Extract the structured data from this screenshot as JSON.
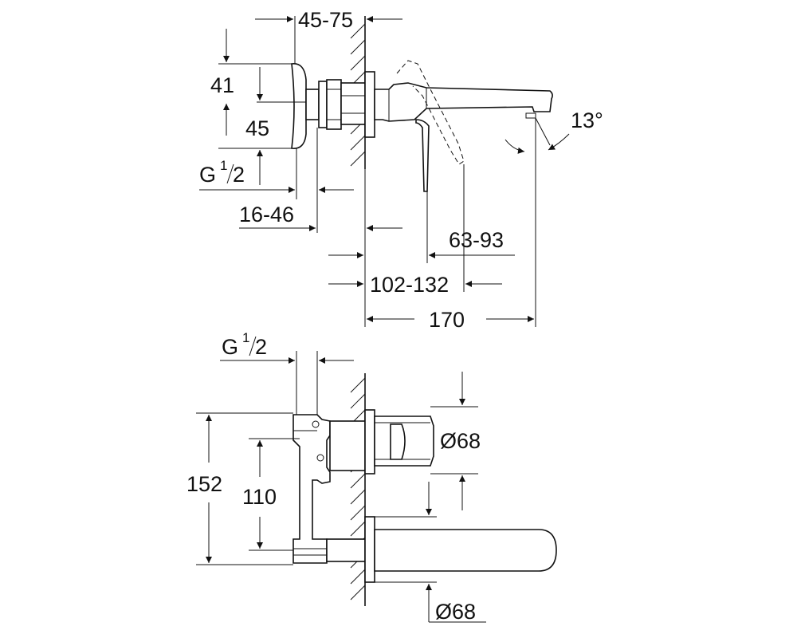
{
  "dimensions": {
    "top": {
      "d_45_75": "45-75",
      "d_41": "41",
      "d_45": "45",
      "g_thread": "G",
      "g_frac_num": "1",
      "g_frac_den": "2",
      "d_16_46": "16-46",
      "d_63_93": "63-93",
      "d_102_132": "102-132",
      "d_170": "170",
      "d_angle": "13°"
    },
    "bottom": {
      "g_thread": "G",
      "g_frac_num": "1",
      "g_frac_den": "2",
      "d_152": "152",
      "d_110": "110",
      "d_dia_rosette": "Ø68",
      "d_dia_spout": "Ø68"
    }
  }
}
